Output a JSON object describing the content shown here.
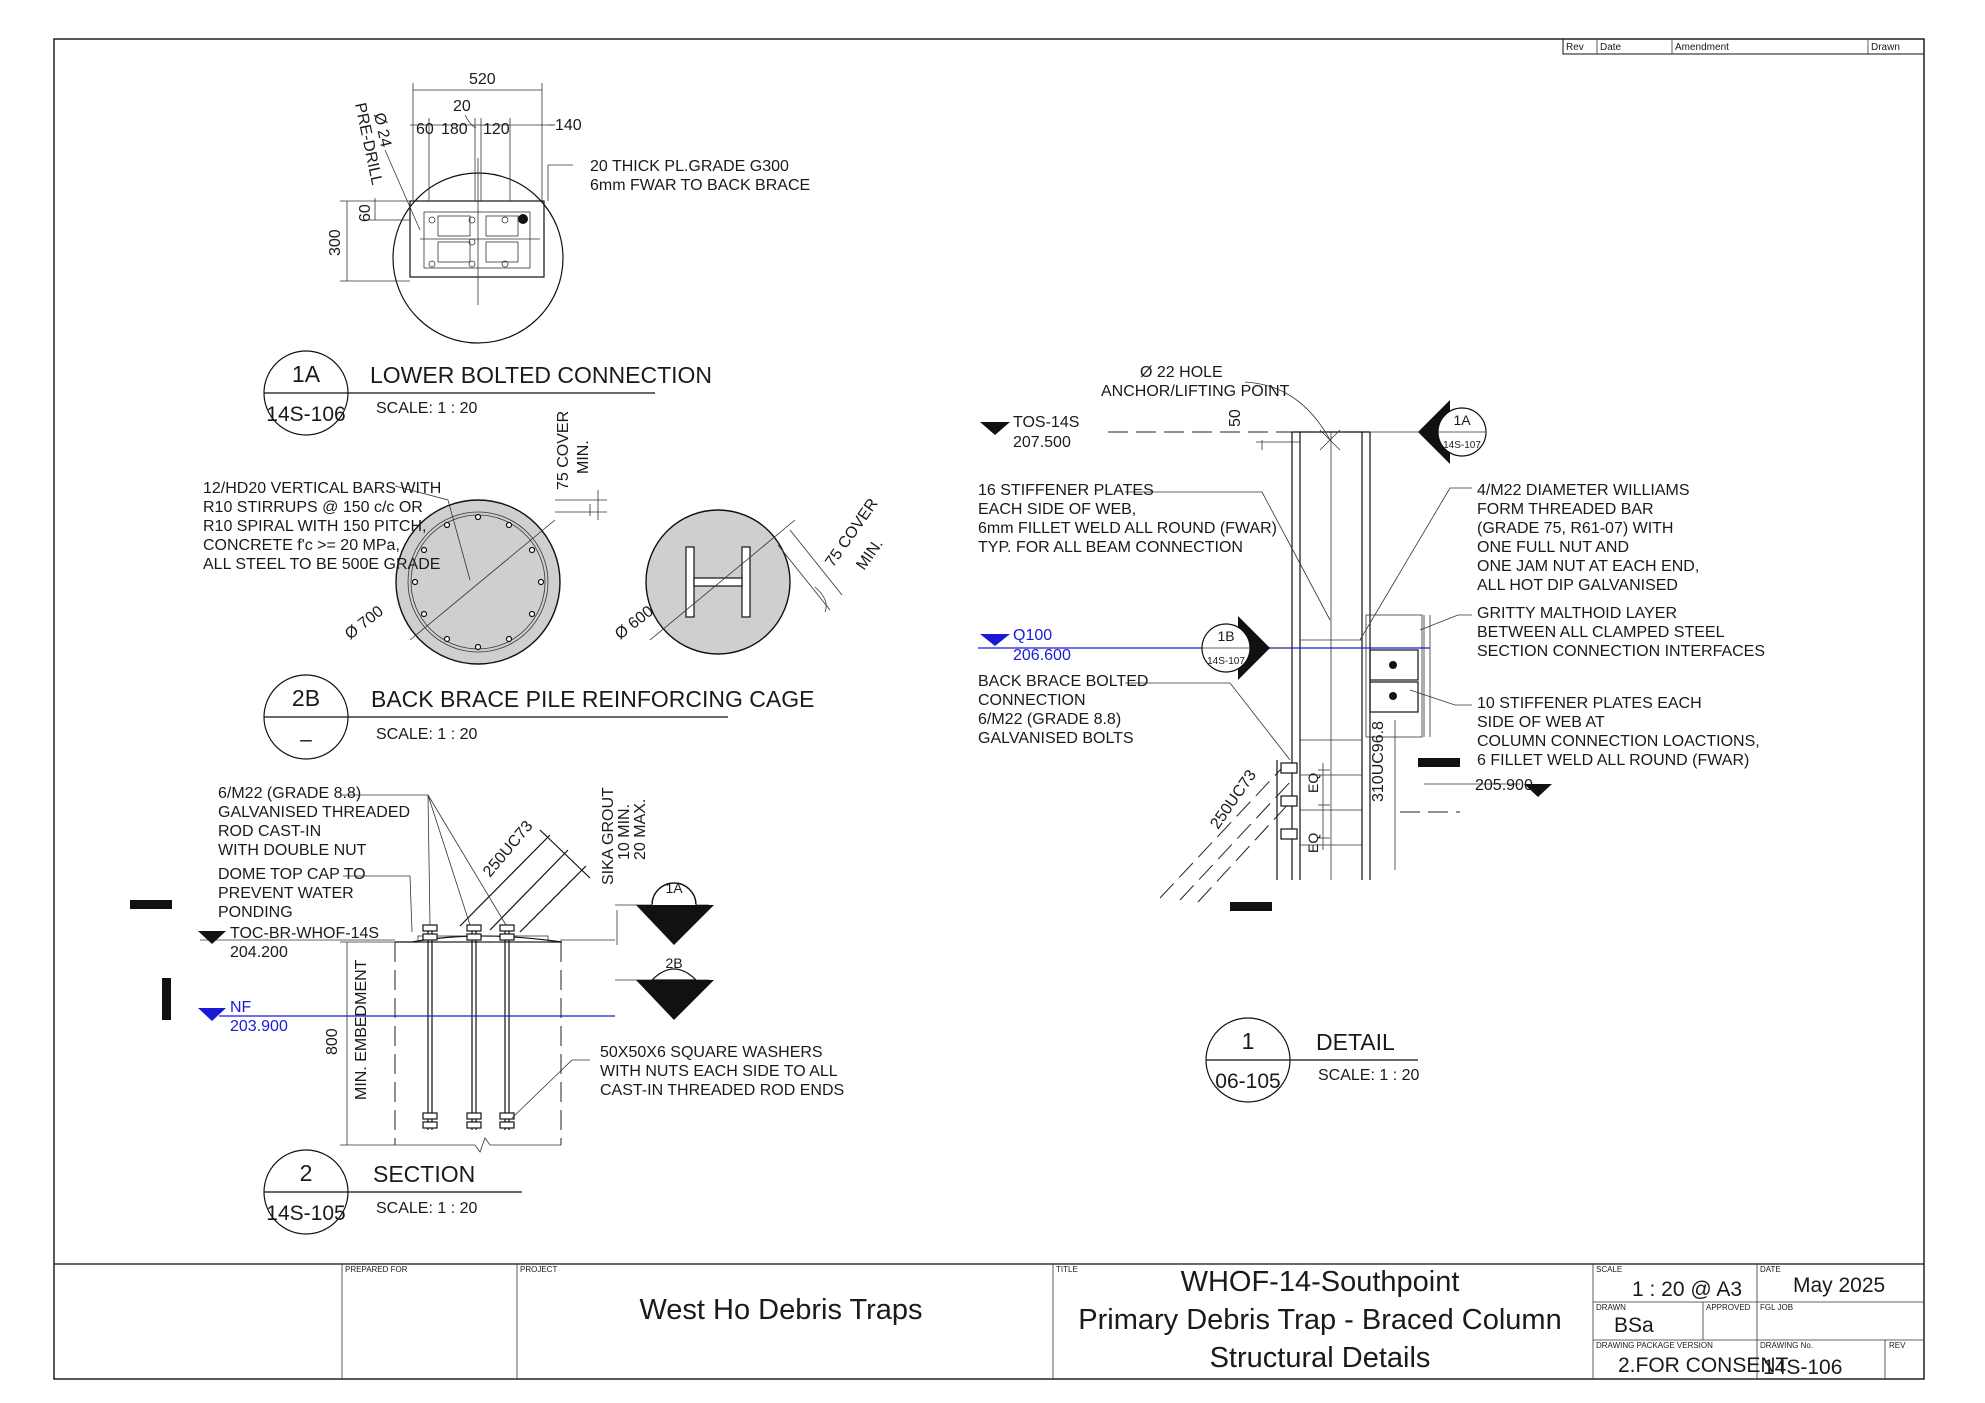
{
  "revision_table": {
    "headers": [
      "Rev",
      "Date",
      "Amendment",
      "Drawn"
    ]
  },
  "detail_1a": {
    "ref": "1A",
    "sheet": "14S-106",
    "title": "LOWER BOLTED CONNECTION",
    "scale": "SCALE:  1 : 20",
    "dims": {
      "overall": "520",
      "gap": "20",
      "d60": "60",
      "d180": "180",
      "d120": "120",
      "d140": "140",
      "height": "300",
      "edge": "60"
    },
    "predrill": [
      "Ø 24",
      "PRE-DRILL"
    ],
    "note": [
      "20 THICK PL.GRADE G300",
      "6mm FWAR TO BACK BRACE"
    ]
  },
  "detail_2b": {
    "ref": "2B",
    "sheet": "–",
    "title": "BACK BRACE PILE REINFORCING CAGE",
    "scale": "SCALE:  1 : 20",
    "note": [
      "12/HD20 VERTICAL BARS WITH",
      "R10 STIRRUPS @ 150 c/c OR",
      "R10 SPIRAL WITH 150 PITCH,",
      "CONCRETE f'c >= 20 MPa,",
      "ALL STEEL TO BE 500E GRADE"
    ],
    "cover1": [
      "75 COVER",
      "MIN."
    ],
    "cover2": [
      "75 COVER",
      "MIN."
    ],
    "dia1": "Ø 700",
    "dia2": "Ø 600"
  },
  "detail_2": {
    "ref": "2",
    "sheet": "14S-105",
    "title": "SECTION",
    "scale": "SCALE:  1 : 20",
    "note_rod": [
      "6/M22 (GRADE 8.8)",
      "GALVANISED THREADED",
      "ROD CAST-IN",
      "WITH DOUBLE NUT"
    ],
    "note_cap": [
      "DOME TOP CAP TO",
      "PREVENT WATER",
      "PONDING"
    ],
    "member": "250UC73",
    "grout": [
      "SIKA GROUT",
      "10 MIN.",
      "20 MAX."
    ],
    "level_toc": {
      "label": "TOC-BR-WHOF-14S",
      "value": "204.200"
    },
    "level_nf": {
      "label": "NF",
      "value": "203.900"
    },
    "embed_dim": "800",
    "embed_label": "MIN. EMBEDMENT",
    "washers": [
      "50X50X6 SQUARE WASHERS",
      "WITH NUTS EACH SIDE TO ALL",
      "CAST-IN THREADED ROD ENDS"
    ],
    "callout_1a": {
      "ref": "1A",
      "sheet": "-"
    },
    "callout_2b": {
      "ref": "2B",
      "sheet": "-"
    }
  },
  "detail_1": {
    "ref": "1",
    "sheet": "06-105",
    "title": "DETAIL",
    "scale": "SCALE:  1 : 20",
    "hole": [
      "Ø 22 HOLE",
      "ANCHOR/LIFTING POINT"
    ],
    "hole_dim": "50",
    "level_tos": {
      "label": "TOS-14S",
      "value": "207.500"
    },
    "level_q100": {
      "label": "Q100",
      "value": "206.600"
    },
    "level_low": "205.900",
    "stiffener16": [
      "16 STIFFENER PLATES",
      "EACH SIDE OF WEB,",
      "6mm FILLET WELD ALL ROUND (FWAR)",
      "TYP. FOR ALL BEAM CONNECTION"
    ],
    "bolted": [
      "BACK BRACE BOLTED",
      "CONNECTION",
      "6/M22 (GRADE 8.8)",
      "GALVANISED BOLTS"
    ],
    "threaded": [
      "4/M22 DIAMETER WILLIAMS",
      "FORM THREADED BAR",
      "(GRADE 75, R61-07) WITH",
      "ONE FULL NUT AND",
      "ONE JAM NUT AT EACH END,",
      "ALL HOT DIP GALVANISED"
    ],
    "malthoid": [
      "GRITTY MALTHOID LAYER",
      "BETWEEN ALL CLAMPED  STEEL",
      "SECTION CONNECTION INTERFACES"
    ],
    "stiffener10": [
      "10 STIFFENER PLATES EACH",
      "SIDE OF WEB AT",
      "COLUMN CONNECTION LOACTIONS,",
      "6 FILLET WELD ALL ROUND (FWAR)"
    ],
    "column": "310UC96.8",
    "brace": "250UC73",
    "eq": "EQ",
    "callout_1a": {
      "ref": "1A",
      "sheet": "14S-107"
    },
    "callout_1b": {
      "ref": "1B",
      "sheet": "14S-107"
    }
  },
  "title_block": {
    "prepared_for_label": "PREPARED FOR",
    "project_label": "PROJECT",
    "project": "West Ho Debris Traps",
    "title_label": "TITLE",
    "title_lines": [
      "WHOF-14-Southpoint",
      "Primary Debris Trap - Braced Column",
      "Structural Details"
    ],
    "scale_label": "SCALE",
    "scale": "1 : 20 @ A3",
    "date_label": "DATE",
    "date": "May 2025",
    "drawn_label": "DRAWN",
    "drawn": "BSa",
    "approved_label": "APPROVED",
    "fgl_label": "FGL JOB",
    "package_label": "DRAWING PACKAGE VERSION",
    "package": "2.FOR CONSENT",
    "drawing_no_label": "DRAWING No.",
    "drawing_no": "14S-106",
    "rev_label": "REV"
  }
}
